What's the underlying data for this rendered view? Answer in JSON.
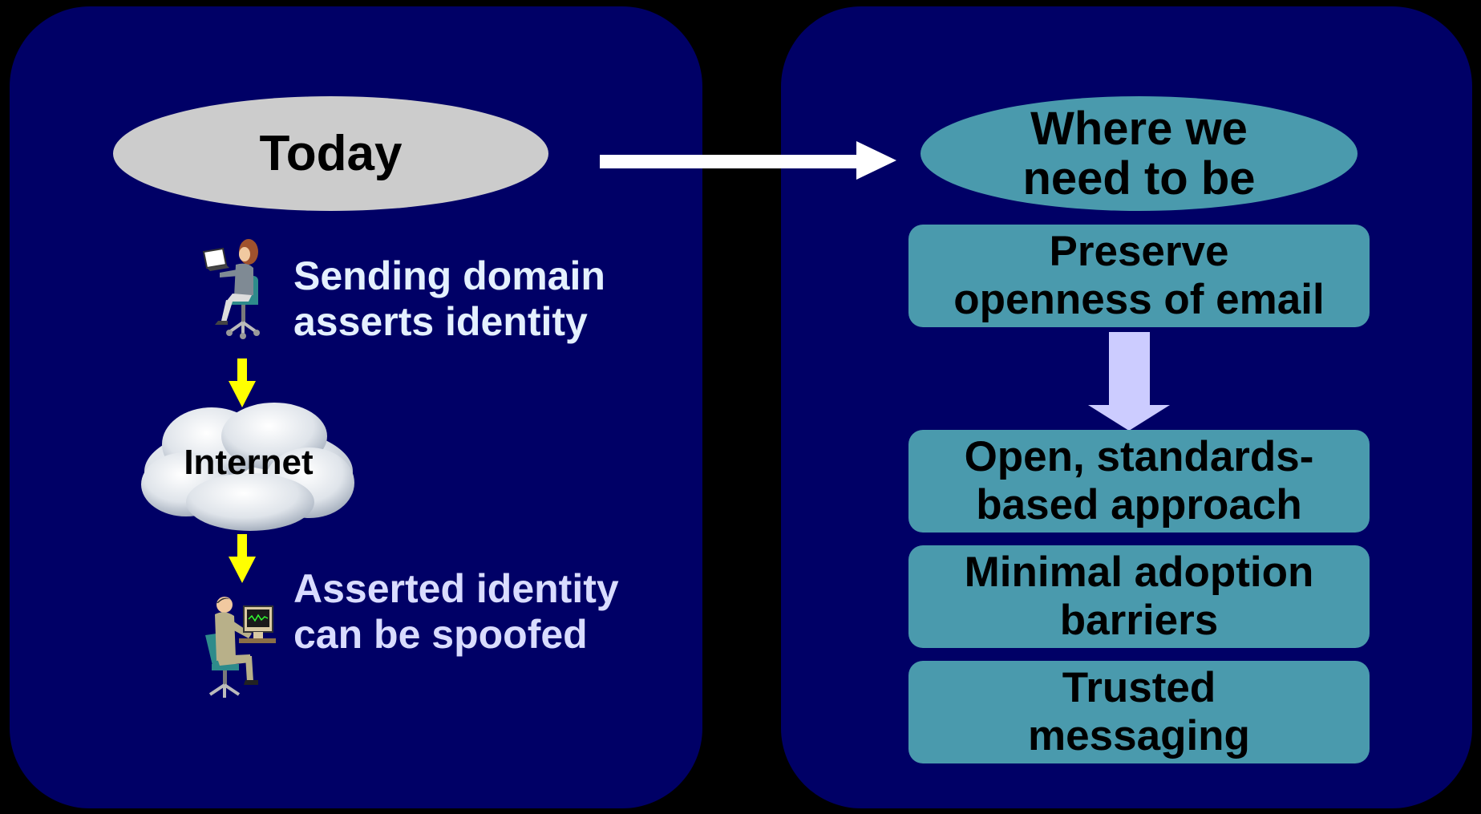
{
  "colors": {
    "background": "#000000",
    "panel": "#000066",
    "today_ellipse": "#cccccc",
    "target_fill": "#4a9aad",
    "down_arrow": "#ccccff",
    "yellow_arrow": "#ffff00",
    "white_arrow": "#ffffff"
  },
  "left": {
    "today_label": "Today",
    "sending_line1": "Sending domain",
    "sending_line2": "asserts identity",
    "internet_label": "Internet",
    "spoofed_line1": "Asserted identity",
    "spoofed_line2": "can be spoofed"
  },
  "right": {
    "target_line1": "Where we",
    "target_line2": "need to be",
    "goals": [
      {
        "line1": "Preserve",
        "line2": "openness of email"
      },
      {
        "line1": "Open, standards-",
        "line2": "based approach"
      },
      {
        "line1": "Minimal adoption",
        "line2": "barriers"
      },
      {
        "line1": "Trusted",
        "line2": "messaging"
      }
    ]
  },
  "icons": {
    "sender": "woman-at-laptop-icon",
    "receiver": "man-at-computer-icon",
    "network": "cloud-icon"
  }
}
